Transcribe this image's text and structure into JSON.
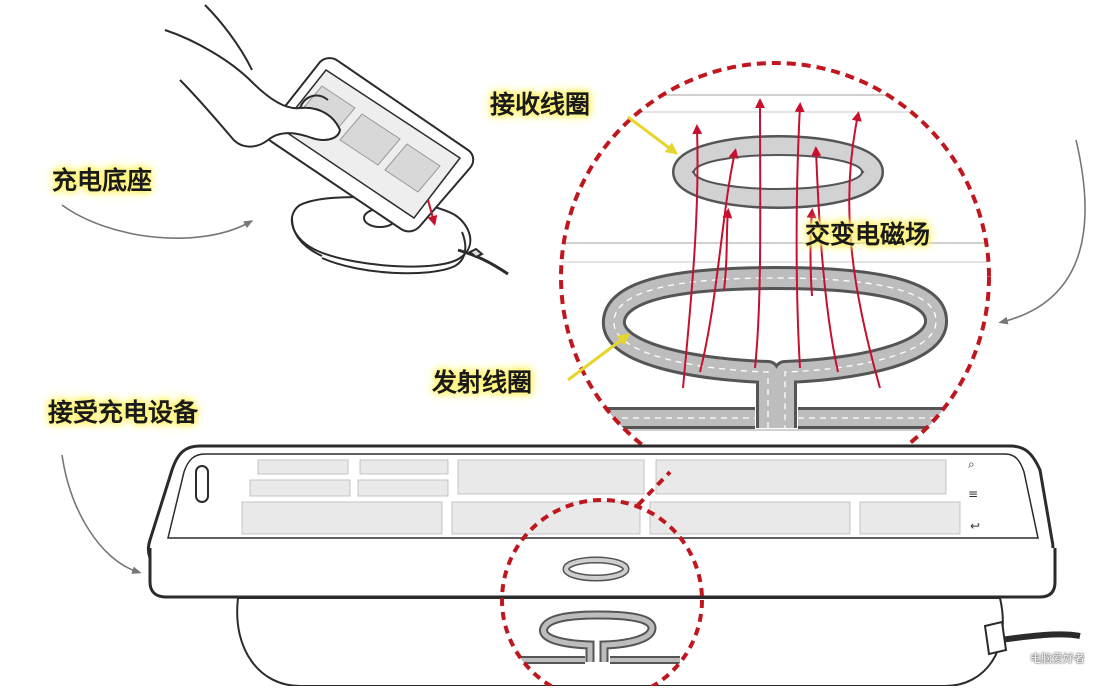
{
  "labels": {
    "charging_base": "充电底座",
    "receiving_coil": "接收线圈",
    "alternating_field": "交变电磁场",
    "transmitting_coil": "发射线圈",
    "receiving_device": "接受充电设备"
  },
  "watermark": "电脑爱好者",
  "colors": {
    "highlight": "#fff34d",
    "field_lines": "#c8102e",
    "zoom_circle": "#c0161d",
    "line_art": "#2b2b2b",
    "coil_fill": "#bdbdbd"
  }
}
